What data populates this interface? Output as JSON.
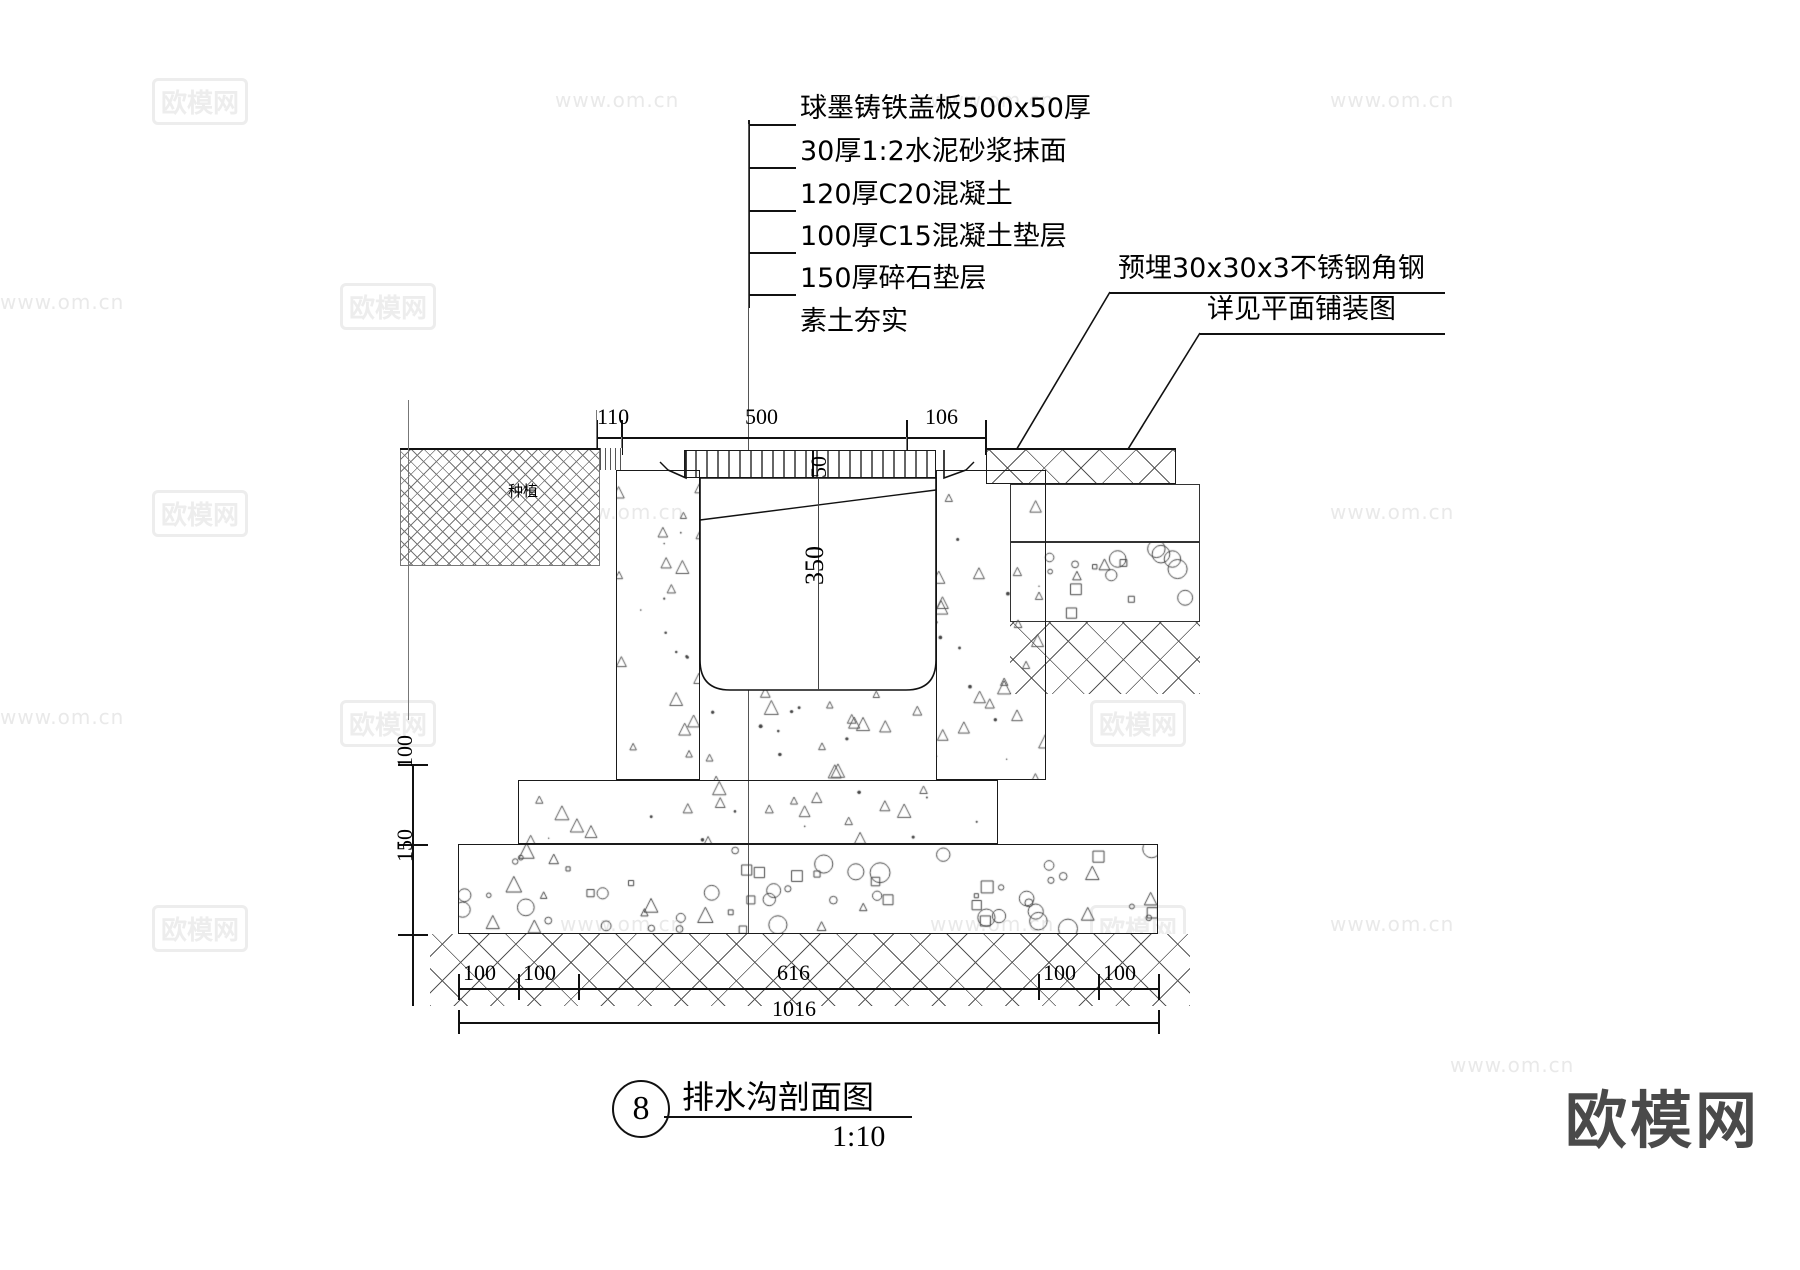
{
  "drawing": {
    "title": "排水沟剖面图",
    "scale": "1:10",
    "detail_number": "8",
    "type": "CAD section detail"
  },
  "leader_notes": [
    {
      "id": "note-1",
      "text": "球墨铸铁盖板500x50厚"
    },
    {
      "id": "note-2",
      "text": "30厚1:2水泥砂浆抹面"
    },
    {
      "id": "note-3",
      "text": "120厚C20混凝土"
    },
    {
      "id": "note-4",
      "text": "100厚C15混凝土垫层"
    },
    {
      "id": "note-5",
      "text": "150厚碎石垫层"
    },
    {
      "id": "note-6",
      "text": "素土夯实"
    }
  ],
  "right_notes": [
    {
      "id": "right-note-1",
      "text": "预埋30x30x3不锈钢角钢"
    },
    {
      "id": "right-note-2",
      "text": "详见平面铺装图"
    }
  ],
  "material_labels": [
    {
      "id": "planting-label",
      "text": "种植"
    }
  ],
  "dimensions": {
    "top_chain": [
      "110",
      "500",
      "106"
    ],
    "bottom_chain": [
      "100",
      "100",
      "616",
      "100",
      "100"
    ],
    "overall_width": "1016",
    "left_chain": [
      "100",
      "150"
    ],
    "cover_thickness": "50",
    "channel_depth": "350"
  },
  "watermarks": {
    "url": "www.om.cn",
    "box_text": "欧模网",
    "logo": "欧模网"
  }
}
